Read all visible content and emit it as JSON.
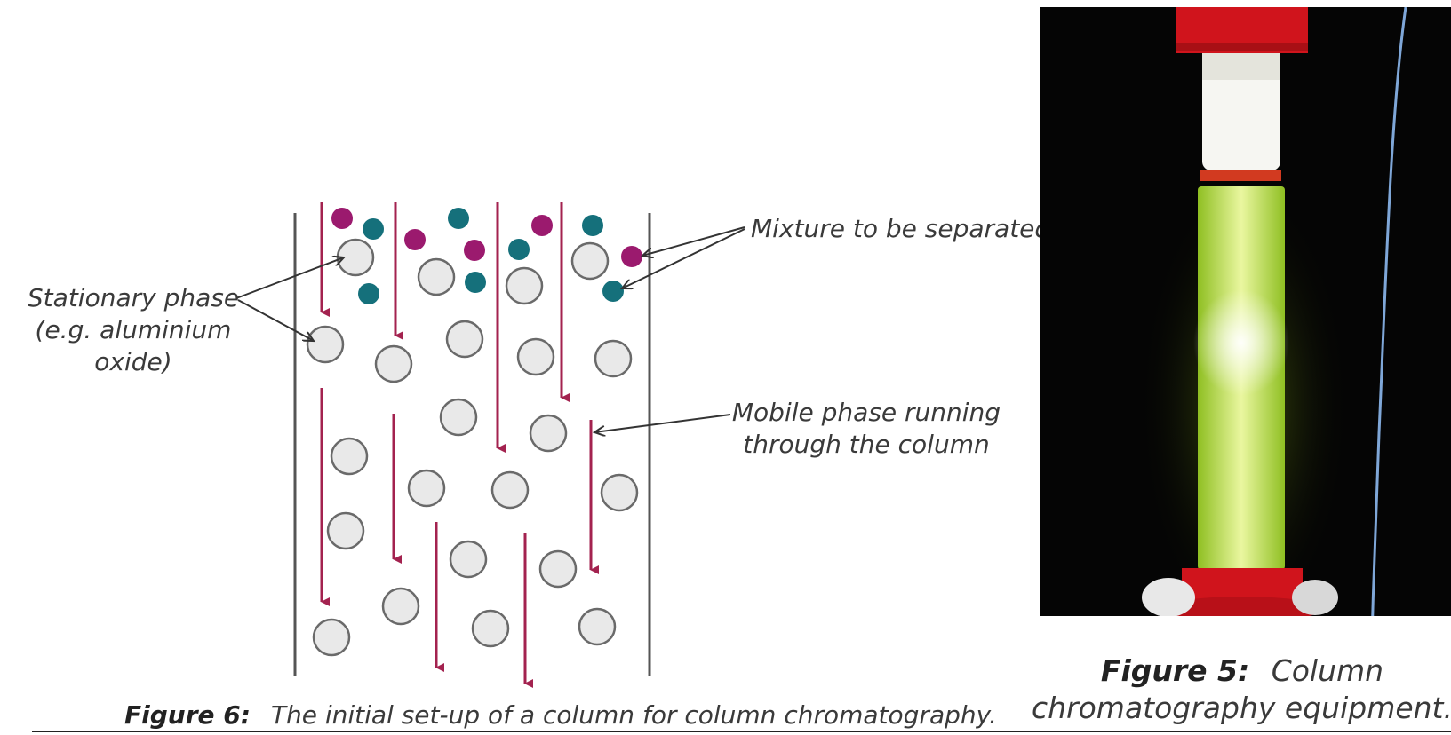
{
  "labels": {
    "stationary_line1": "Stationary phase",
    "stationary_line2": "(e.g. aluminium",
    "stationary_line3": "oxide)",
    "mixture": "Mixture to be separated",
    "mobile_line1": "Mobile phase running",
    "mobile_line2": "through the column"
  },
  "figure6": {
    "number": "Figure 6:",
    "text": "The initial set-up of a column for column chromatography."
  },
  "figure5": {
    "number": "Figure 5:",
    "text_line1": "Column",
    "text_line2": "chromatography equipment."
  },
  "colors": {
    "arrow": "#a3224f",
    "magenta_particle": "#9b1a6e",
    "teal_particle": "#15707b",
    "bead_fill": "#e9e9e9",
    "bead_stroke": "#6a6a6a",
    "column_wall": "#555555",
    "photo_background": "#050505",
    "column_glow": "#d6ec7a",
    "cap_red": "#d0141c"
  }
}
